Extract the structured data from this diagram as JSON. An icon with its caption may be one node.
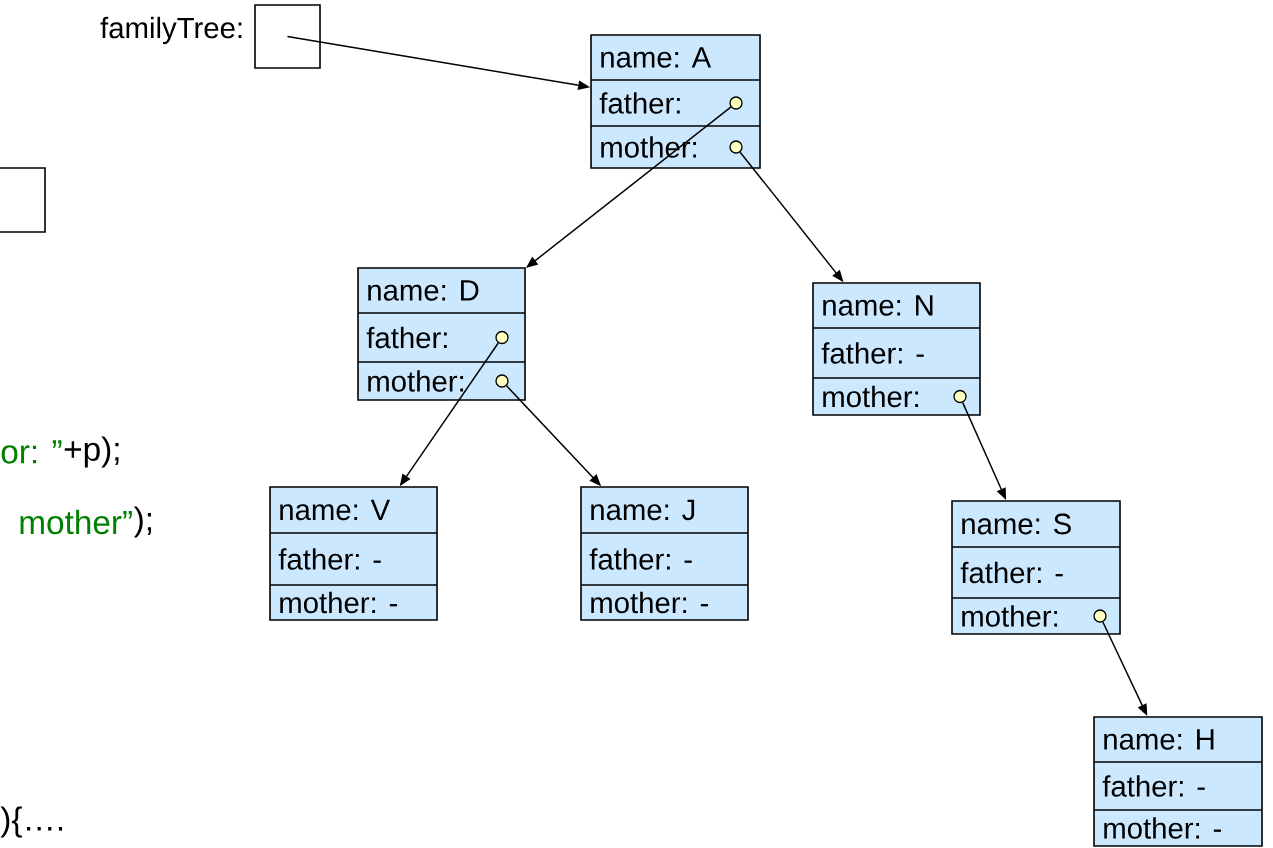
{
  "diagram": {
    "nodes": [
      {
        "text": [
          "familyTree:"
        ]
      },
      {
        "text": [],
        "shape": "box"
      },
      {
        "text": [
          "name:  A",
          "father:",
          "mother:"
        ]
      },
      {
        "text": [],
        "shape": "circle",
        "in": 2
      },
      {
        "text": [],
        "shape": "circle",
        "in": 2
      },
      {
        "text": [
          "name: D",
          "father:",
          "mother:"
        ]
      },
      {
        "text": [],
        "shape": "circle",
        "in": 5
      },
      {
        "text": [],
        "shape": "circle",
        "in": 5
      },
      {
        "text": [
          "name: N",
          "father:   -",
          "mother:"
        ]
      },
      {
        "text": [],
        "shape": "circle",
        "in": 8
      },
      {
        "text": [
          "name: V",
          "father:   -",
          "mother: -"
        ]
      },
      {
        "text": [
          "name:  J",
          "father:   -",
          "mother: -"
        ]
      },
      {
        "text": [
          "name: S",
          "father:   -",
          "mother:"
        ]
      },
      {
        "text": [],
        "shape": "circle",
        "in": 12
      },
      {
        "text": [
          "name: H",
          "father:   -",
          "mother: -"
        ]
      }
    ],
    "edges": [
      {
        "from": 0,
        "to": 2,
        "arrow": "to"
      },
      {
        "from": 3,
        "to": 5,
        "arrow": "to"
      },
      {
        "from": 4,
        "to": 8,
        "arrow": "to"
      },
      {
        "from": 6,
        "to": 10,
        "arrow": "to"
      },
      {
        "from": 7,
        "to": 11,
        "arrow": "to"
      },
      {
        "from": 9,
        "to": 12,
        "arrow": "to"
      },
      {
        "from": 13,
        "to": 14,
        "arrow": "to"
      }
    ],
    "labels": [
      "or: ”",
      "+p);",
      "mother”",
      ");",
      "){…."
    ]
  }
}
